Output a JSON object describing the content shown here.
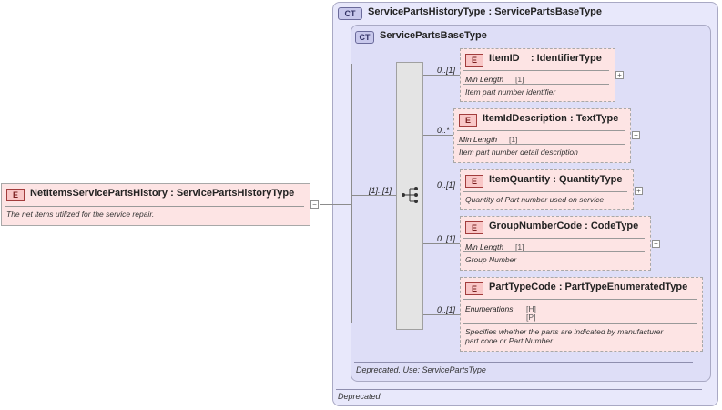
{
  "root_element": {
    "badge": "E",
    "name": "NetItemsServicePartsHistory",
    "type": "ServicePartsHistoryType",
    "annotation": "The net items utilized for the service repair.",
    "cardinality": "[1]..[1]"
  },
  "outer_type": {
    "badge": "CT",
    "name": "ServicePartsHistoryType",
    "base": "ServicePartsBaseType",
    "footer": "Deprecated"
  },
  "inner_type": {
    "badge": "CT",
    "name": "ServicePartsBaseType",
    "footer": "Deprecated. Use: ServicePartsType"
  },
  "facet_labels": {
    "min_length": "Min Length",
    "enumerations": "Enumerations"
  },
  "children": [
    {
      "badge": "E",
      "name": "ItemID",
      "type": "IdentifierType",
      "cardinality": "0..[1]",
      "facet_value": "[1]",
      "annotation": "Item part number identifier"
    },
    {
      "badge": "E",
      "name": "ItemIdDescription",
      "type": "TextType",
      "cardinality": "0..*",
      "facet_value": "[1]",
      "annotation": "Item part number detail description"
    },
    {
      "badge": "E",
      "name": "ItemQuantity",
      "type": "QuantityType",
      "cardinality": "0..[1]",
      "annotation": "Quantity of Part number used on service"
    },
    {
      "badge": "E",
      "name": "GroupNumberCode",
      "type": "CodeType",
      "cardinality": "0..[1]",
      "facet_value": "[1]",
      "annotation": "Group Number"
    },
    {
      "badge": "E",
      "name": "PartTypeCode",
      "type": "PartTypeEnumeratedType",
      "cardinality": "0..[1]",
      "enum_values": [
        "[H]",
        "[P]"
      ],
      "annotation_line1": "Specifies whether the parts are indicated by manufacturer",
      "annotation_line2": "part code or Part Number"
    }
  ],
  "expand_symbol": "+",
  "collapse_symbol": "−"
}
